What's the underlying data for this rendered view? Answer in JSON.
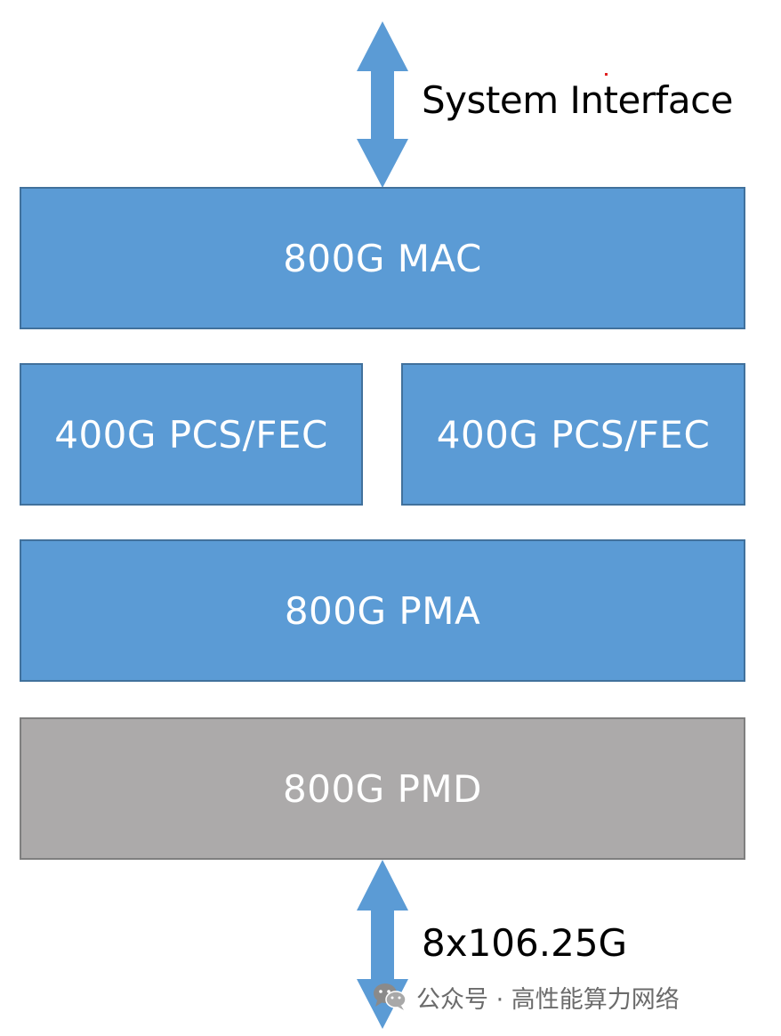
{
  "diagram": {
    "top_arrow_label": "System Interface",
    "bottom_arrow_label": "8x106.25G",
    "layers": {
      "mac": "800G MAC",
      "pcs_left": "400G PCS/FEC",
      "pcs_right": "400G PCS/FEC",
      "pma": "800G PMA",
      "pmd": "800G PMD"
    },
    "colors": {
      "layer_blue": "#5b9bd5",
      "layer_gray": "#acaaaa",
      "arrow": "#5b9bd5"
    }
  },
  "watermark": {
    "icon": "wechat-icon",
    "text": "公众号 · 高性能算力网络"
  }
}
